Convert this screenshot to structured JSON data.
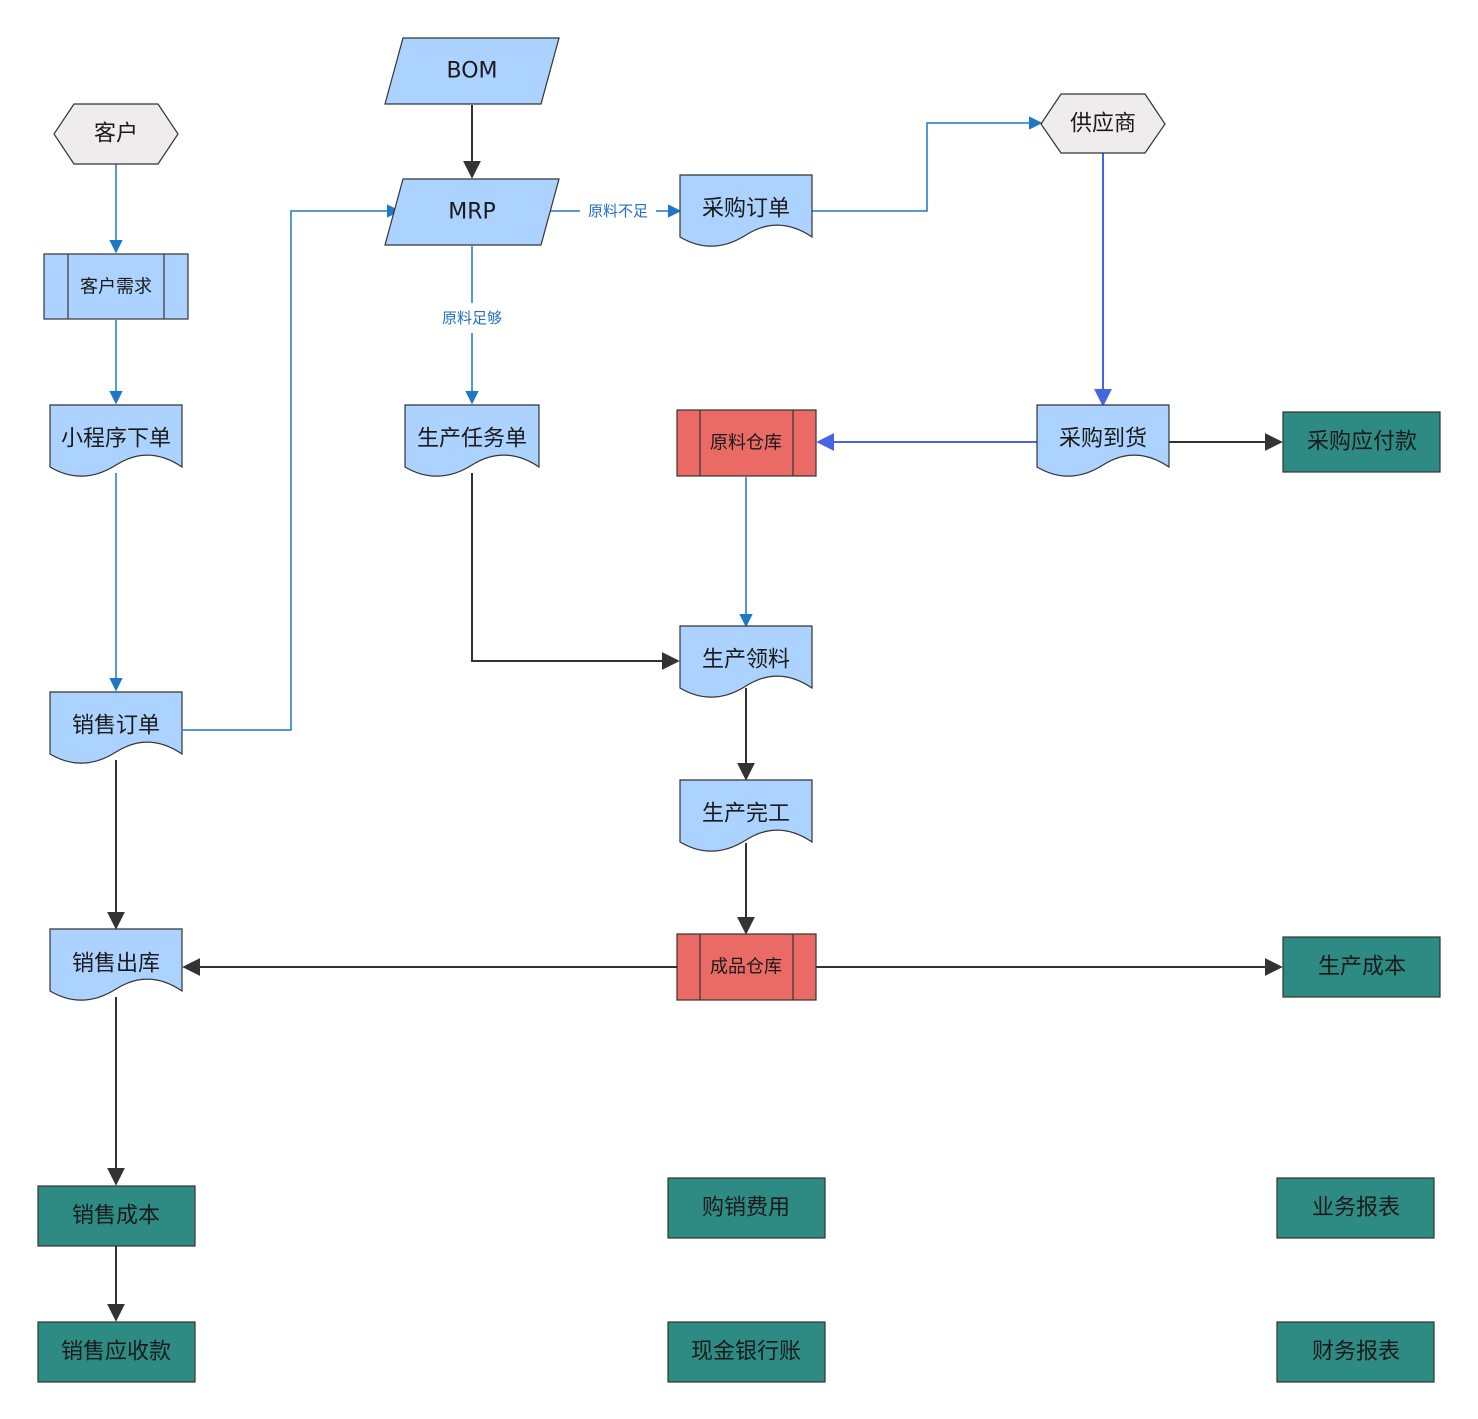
{
  "colors": {
    "doc_fill": "#acd3ff",
    "hex_fill": "#eeecec",
    "store_fill": "#ea6b66",
    "finance_fill": "#2e8b84",
    "blue_edge": "#1f77c8",
    "indigo_edge": "#4765e0",
    "dark_edge": "#333333"
  },
  "nodes": {
    "customer": "客户",
    "customer_demand": "客户需求",
    "mini_program_order": "小程序下单",
    "sales_order": "销售订单",
    "sales_outbound": "销售出库",
    "sales_cost": "销售成本",
    "sales_receivable": "销售应收款",
    "bom": "BOM",
    "mrp": "MRP",
    "production_task": "生产任务单",
    "purchase_order": "采购订单",
    "supplier": "供应商",
    "purchase_arrival": "采购到货",
    "purchase_payable": "采购应付款",
    "raw_material_warehouse": "原料仓库",
    "production_picking": "生产领料",
    "production_completion": "生产完工",
    "finished_goods_warehouse": "成品仓库",
    "production_cost": "生产成本",
    "purchase_sales_expense": "购销费用",
    "cash_bank_account": "现金银行账",
    "business_report": "业务报表",
    "financial_report": "财务报表"
  },
  "edges": {
    "material_shortage": "原料不足",
    "material_sufficient": "原料足够"
  }
}
